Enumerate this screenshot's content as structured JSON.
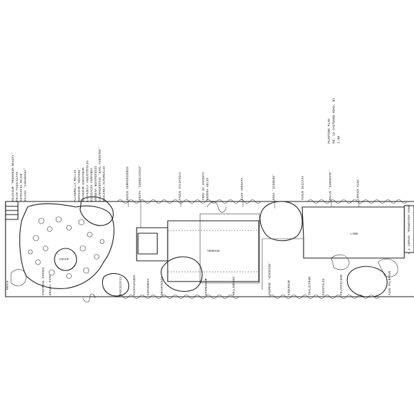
{
  "drawing": {
    "title_block": [
      "PLANTING PLAN",
      "Rd. 12 CHITERNS ROAD, N1",
      "1:50"
    ],
    "plant_schedule": [
      "HELENIUM 'MOERHEIM BEAUTY'",
      "PHLOX PANICULATA",
      "ASTRANTIA MAJOR",
      "SALVIA 'CARADONNA'",
      "ALCHEMILLA MOLLIS",
      "GERANIUM 'ROZANNE'",
      "ERYNGIUM GIGANTEUM",
      "LAVANDULA ANGUSTIFOLIA",
      "ECHINACEA PURPUREA",
      "VERBENA BONARIENSIS",
      "CALAMAGROSTIS 'KARL FOERSTER'",
      "SESLERIA AUTUMNALIS"
    ],
    "north_labels": [
      "BUXUS SEMPERVIRENS",
      "HOSTA 'SIEBOLDIANA'",
      "FAGUS SYLVATICA",
      "HEDERA HELIX",
      "ILEX CRENATA",
      "ROSA 'ICEBERG'",
      "TAXUS BACCATA",
      "MALUS 'EVERESTE'",
      "CORNUS ALBA",
      "FERN IN VARIETY"
    ],
    "south_labels": [
      "SARCOCOCCA",
      "PACHYSANDRA",
      "EUPHORBIA",
      "DRYOPTERIS",
      "EPIMEDIUM",
      "HELLEBORUS",
      "ANEMONE 'HONORINE'",
      "VIBURNUM",
      "THALICTRUM",
      "DIGITALIS",
      "POLYSTICHUM",
      "ACER PALMATUM"
    ],
    "feature_labels": [
      "CHAIR",
      "BENCH",
      "TERRACE",
      "LAWN"
    ],
    "stepping_labels": [
      "STEPPING STONES",
      "GRAVEL PATH"
    ],
    "side_note": "6 x CORNUS 'MIDWINTER FIRE'"
  }
}
